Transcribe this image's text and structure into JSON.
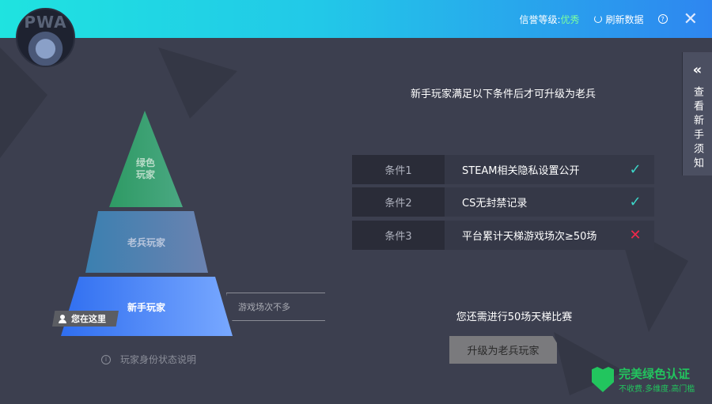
{
  "header": {
    "credit_label": "信誉等级:",
    "credit_value": "优秀",
    "refresh_label": "刷新数据",
    "help": "?",
    "close": "✕",
    "avatar_text": "PWA"
  },
  "side_tab": {
    "label": "查看新手须知",
    "chevron": "«"
  },
  "pyramid": {
    "levels": [
      {
        "label_line1": "绿色",
        "label_line2": "玩家"
      },
      {
        "label": "老兵玩家"
      },
      {
        "label": "新手玩家"
      }
    ],
    "you_are_here": "您在这里",
    "callout": "游戏场次不多",
    "legend_link": "玩家身份状态说明",
    "info": "i"
  },
  "conditions": {
    "title": "新手玩家满足以下条件后才可升级为老兵",
    "rows": [
      {
        "label": "条件1",
        "text": "STEAM相关隐私设置公开",
        "status": "ok",
        "mark": "✓"
      },
      {
        "label": "条件2",
        "text": "CS无封禁记录",
        "status": "ok",
        "mark": "✓"
      },
      {
        "label": "条件3",
        "text": "平台累计天梯游戏场次≥50场",
        "status": "fail",
        "mark": "✕"
      }
    ]
  },
  "need_text": "您还需进行50场天梯比赛",
  "upgrade_button": "升级为老兵玩家",
  "brand": {
    "title": "完美绿色认证",
    "subtitle": "不收费.多维度.高门槛"
  },
  "colors": {
    "green": "#22c55e",
    "ok": "#3cd6c8",
    "fail": "#f0284a"
  }
}
